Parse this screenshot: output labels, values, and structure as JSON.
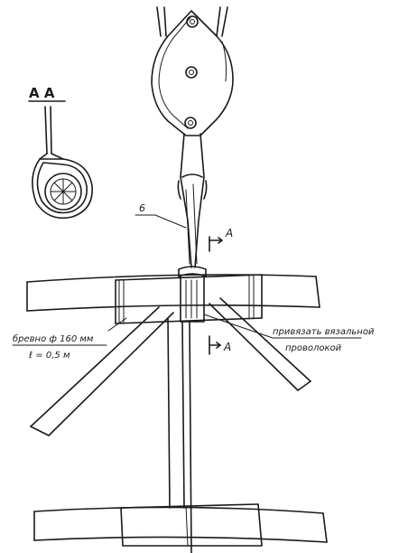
{
  "section": {
    "title": "А А"
  },
  "cut_marks": {
    "upper": "А",
    "lower": "А"
  },
  "callouts": {
    "part_number": "6",
    "log_spec_line1": "бревно ф 160 мм",
    "log_spec_line2": "ℓ = 0,5 м",
    "tie_note_line1": "привязать вязальной",
    "tie_note_line2": "проволокой"
  },
  "colors": {
    "ink": "#1a1a1a",
    "paper": "#ffffff"
  }
}
